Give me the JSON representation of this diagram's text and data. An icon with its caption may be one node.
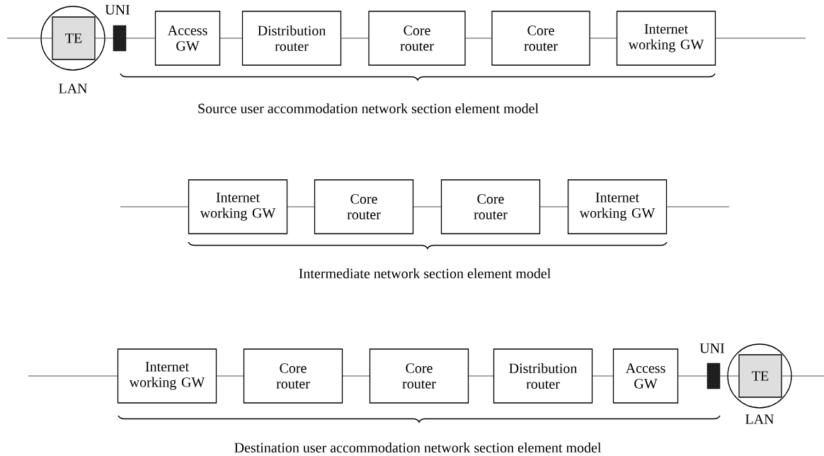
{
  "diagram": {
    "nodes": [
      {
        "text": [],
        "shape": "circle",
        "beside": [
          "LAN"
        ]
      },
      {
        "text": [
          "TE"
        ],
        "in": 0
      },
      {
        "text": [],
        "shape": "bar",
        "beside": [
          "UNI"
        ]
      },
      {
        "text": [
          "Access GW"
        ]
      },
      {
        "text": [
          "Distribution router"
        ]
      },
      {
        "text": [
          "Core router"
        ]
      },
      {
        "text": [
          "Core router"
        ]
      },
      {
        "text": [
          "Internet working GW"
        ]
      },
      {
        "text": [
          "Internet working GW"
        ]
      },
      {
        "text": [
          "Core router"
        ]
      },
      {
        "text": [
          "Core router"
        ]
      },
      {
        "text": [
          "Internet working GW"
        ]
      },
      {
        "text": [
          "Internet working GW"
        ]
      },
      {
        "text": [
          "Core router"
        ]
      },
      {
        "text": [
          "Core router"
        ]
      },
      {
        "text": [
          "Distribution router"
        ]
      },
      {
        "text": [
          "Access GW"
        ]
      },
      {
        "text": [],
        "shape": "bar",
        "beside": [
          "UNI"
        ]
      },
      {
        "text": [],
        "shape": "circle",
        "beside": [
          "LAN"
        ]
      },
      {
        "text": [
          "TE"
        ],
        "in": 18
      }
    ],
    "edges": [
      {
        "from": null,
        "to": 1,
        "arrow": "none"
      },
      {
        "from": 1,
        "to": 2,
        "arrow": "none"
      },
      {
        "from": 2,
        "to": 3,
        "arrow": "none"
      },
      {
        "from": 3,
        "to": 4,
        "arrow": "none"
      },
      {
        "from": 4,
        "to": 5,
        "arrow": "none"
      },
      {
        "from": 5,
        "to": 6,
        "arrow": "none"
      },
      {
        "from": 6,
        "to": 7,
        "arrow": "none"
      },
      {
        "from": 7,
        "to": null,
        "arrow": "none"
      },
      {
        "from": null,
        "to": 8,
        "arrow": "none"
      },
      {
        "from": 8,
        "to": 9,
        "arrow": "none"
      },
      {
        "from": 9,
        "to": 10,
        "arrow": "none"
      },
      {
        "from": 10,
        "to": 11,
        "arrow": "none"
      },
      {
        "from": 11,
        "to": null,
        "arrow": "none"
      },
      {
        "from": null,
        "to": 12,
        "arrow": "none"
      },
      {
        "from": 12,
        "to": 13,
        "arrow": "none"
      },
      {
        "from": 13,
        "to": 14,
        "arrow": "none"
      },
      {
        "from": 14,
        "to": 15,
        "arrow": "none"
      },
      {
        "from": 15,
        "to": 16,
        "arrow": "none"
      },
      {
        "from": 16,
        "to": 17,
        "arrow": "none"
      },
      {
        "from": 17,
        "to": 19,
        "arrow": "none"
      },
      {
        "from": 19,
        "to": null,
        "arrow": "none"
      }
    ],
    "labels": [
      "Source user accommodation network section element model",
      "Intermediate network section element model",
      "Destination user accommodation network section element model"
    ]
  }
}
